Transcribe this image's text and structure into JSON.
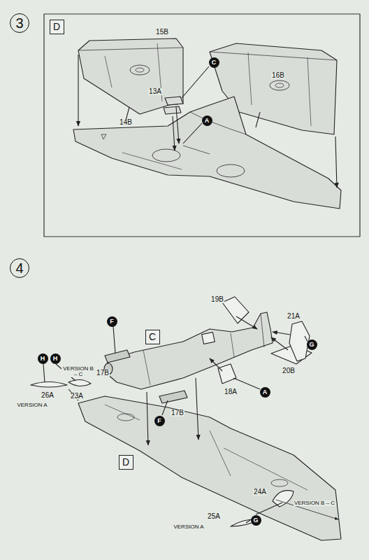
{
  "diagram": {
    "nodes": [
      {
        "text": [
          "3"
        ]
      },
      {
        "text": [
          "D"
        ]
      },
      {
        "text": [
          "C"
        ]
      },
      {
        "text": [
          "A"
        ]
      },
      {
        "text": [
          "4"
        ]
      },
      {
        "text": [
          "F"
        ]
      },
      {
        "text": [
          "C"
        ]
      },
      {
        "text": [
          "H"
        ]
      },
      {
        "text": [
          "H"
        ]
      },
      {
        "text": [
          "F"
        ]
      },
      {
        "text": [
          "A"
        ]
      },
      {
        "text": [
          "G"
        ]
      },
      {
        "text": [
          "D"
        ]
      },
      {
        "text": [
          "G"
        ]
      }
    ],
    "labels": [
      "15B",
      "16B",
      "13A",
      "14B",
      "19B",
      "21A",
      "17B",
      "VERSION B – C",
      "26A",
      "23A",
      "VERSION A",
      "17B",
      "18A",
      "20B",
      "24A",
      "VERSION B – C",
      "25A",
      "VERSION A"
    ]
  }
}
